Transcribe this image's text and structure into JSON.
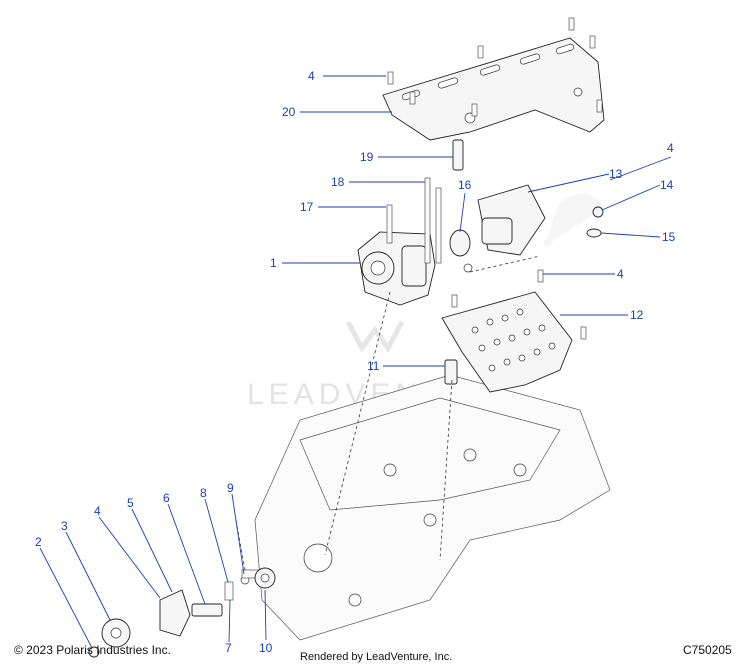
{
  "callouts": [
    {
      "id": "p1",
      "label": "1"
    },
    {
      "id": "p2",
      "label": "2"
    },
    {
      "id": "p3",
      "label": "3"
    },
    {
      "id": "p4a",
      "label": "4"
    },
    {
      "id": "p4b",
      "label": "4"
    },
    {
      "id": "p4c",
      "label": "4"
    },
    {
      "id": "p4d",
      "label": "4"
    },
    {
      "id": "p5",
      "label": "5"
    },
    {
      "id": "p6",
      "label": "6"
    },
    {
      "id": "p7",
      "label": "7"
    },
    {
      "id": "p8",
      "label": "8"
    },
    {
      "id": "p9",
      "label": "9"
    },
    {
      "id": "p10",
      "label": "10"
    },
    {
      "id": "p11",
      "label": "11"
    },
    {
      "id": "p12",
      "label": "12"
    },
    {
      "id": "p13",
      "label": "13"
    },
    {
      "id": "p14",
      "label": "14"
    },
    {
      "id": "p15",
      "label": "15"
    },
    {
      "id": "p16",
      "label": "16"
    },
    {
      "id": "p17",
      "label": "17"
    },
    {
      "id": "p18",
      "label": "18"
    },
    {
      "id": "p19",
      "label": "19"
    },
    {
      "id": "p20",
      "label": "20"
    }
  ],
  "watermark": "LEADVENTURE",
  "footer": {
    "copyright": "© 2023 Polaris Industries Inc.",
    "rendered_by": "Rendered by LeadVenture, Inc.",
    "diagram_code": "C750205"
  },
  "colors": {
    "callout": "#1a3fb8",
    "line_art": "#222222",
    "watermark": "#e3e3e3"
  }
}
